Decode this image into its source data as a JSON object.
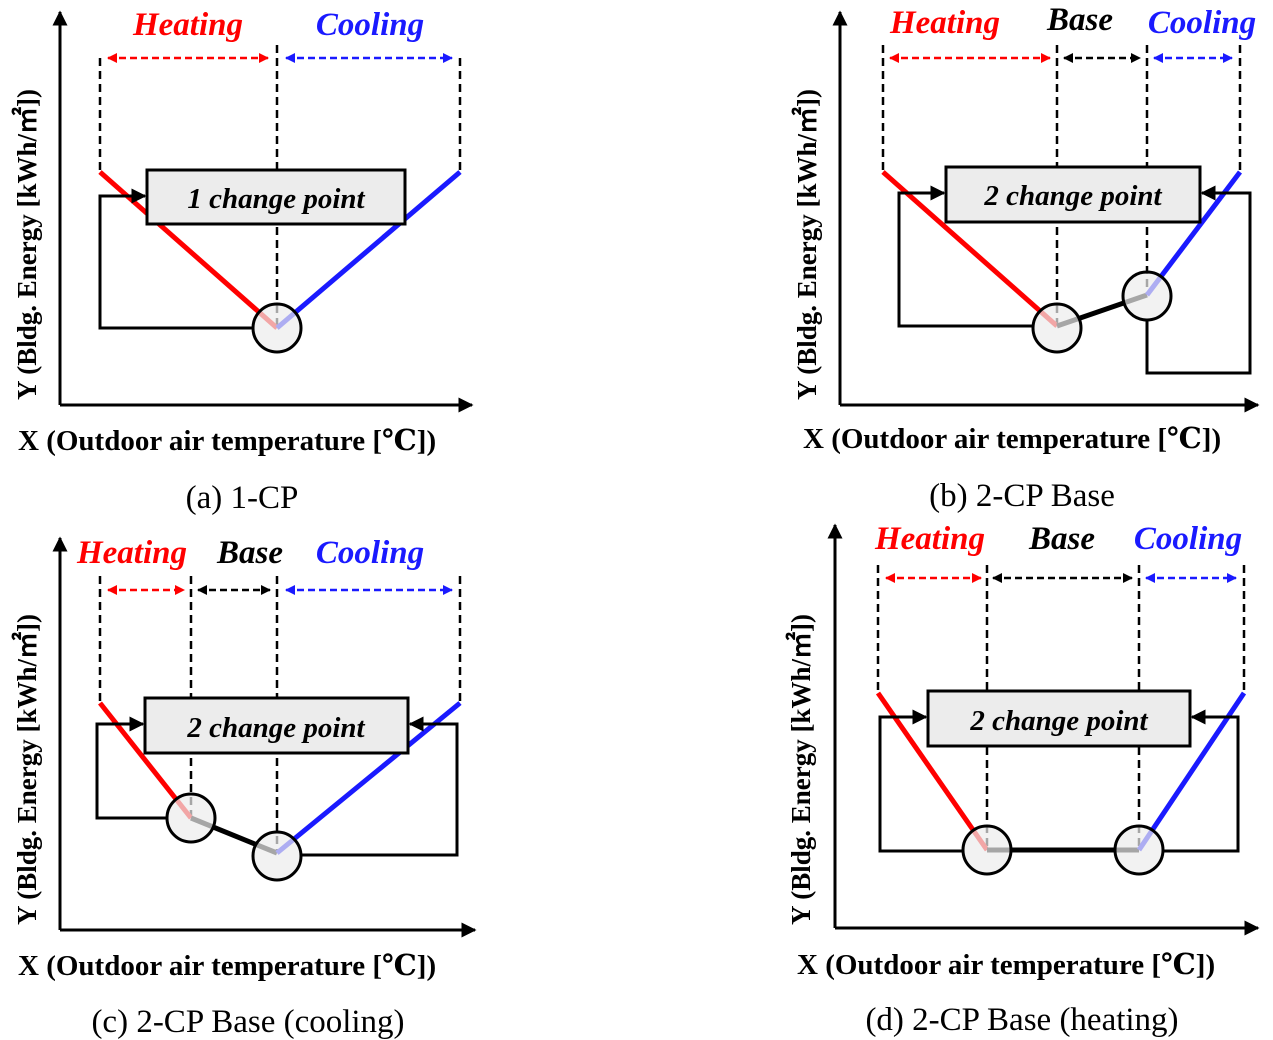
{
  "colors": {
    "heating": "#ff0000",
    "cooling": "#1a1aff",
    "base": "#000000",
    "box_fill": "#ececec",
    "circle_fill": "#ececec"
  },
  "panels": [
    {
      "caption": "(a) 1-CP",
      "x_label": "X (Outdoor air temperature [℃])",
      "y_label": "Y (Bldg. Energy [kWh/㎡])",
      "zones": [
        "Heating",
        "Cooling"
      ],
      "box_label": "1 change point",
      "change_points": 1
    },
    {
      "caption": "(b) 2-CP Base",
      "x_label": "X (Outdoor air temperature [℃])",
      "y_label": "Y (Bldg. Energy [kWh/㎡])",
      "zones": [
        "Heating",
        "Base",
        "Cooling"
      ],
      "box_label": "2 change point",
      "change_points": 2
    },
    {
      "caption": "(c) 2-CP Base (cooling)",
      "x_label": "X (Outdoor air temperature [℃])",
      "y_label": "Y (Bldg. Energy [kWh/㎡])",
      "zones": [
        "Heating",
        "Base",
        "Cooling"
      ],
      "box_label": "2 change point",
      "change_points": 2
    },
    {
      "caption": "(d) 2-CP Base (heating)",
      "x_label": "X (Outdoor air temperature [℃])",
      "y_label": "Y (Bldg. Energy [kWh/㎡])",
      "zones": [
        "Heating",
        "Base",
        "Cooling"
      ],
      "box_label": "2 change point",
      "change_points": 2
    }
  ]
}
